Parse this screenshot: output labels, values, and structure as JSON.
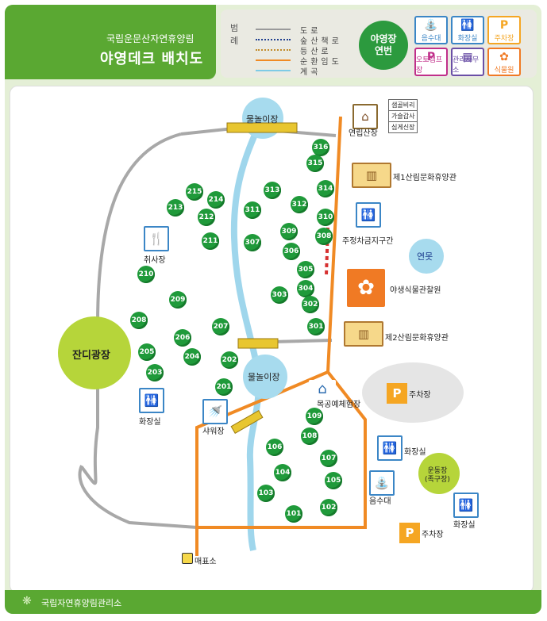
{
  "header": {
    "subtitle": "국립운문산자연휴양림",
    "title": "야영데크 배치도"
  },
  "legend": {
    "heading": "범례",
    "lines": [
      {
        "label": "도로",
        "color": "#9a9a9a",
        "style": "solid"
      },
      {
        "label": "숲산책로",
        "color": "#1f3f8f",
        "style": "dotted"
      },
      {
        "label": "등산로",
        "color": "#c08a2a",
        "style": "dotted"
      },
      {
        "label": "순환임도",
        "color": "#f08a24",
        "style": "solid"
      },
      {
        "label": "계곡",
        "color": "#7ecbe6",
        "style": "solid"
      }
    ],
    "badge": "야영장\n연번",
    "icons": [
      {
        "label": "음수대",
        "icon": "water-fountain-icon",
        "color": "#3b86c6"
      },
      {
        "label": "화장실",
        "icon": "restroom-icon",
        "color": "#3b86c6"
      },
      {
        "label": "주차장",
        "icon": "parking-icon",
        "color": "#f5a623"
      },
      {
        "label": "오토캠프장",
        "icon": "auto-camp-icon",
        "color": "#c02f8a"
      },
      {
        "label": "관리사무소",
        "icon": "office-icon",
        "color": "#6a4fa6"
      },
      {
        "label": "식물원",
        "icon": "botanical-garden-icon",
        "color": "#f07a24"
      }
    ]
  },
  "map": {
    "places": {
      "water_play_top": "물놀이장",
      "water_play_bottom": "물놀이장",
      "lawn_plaza": "잔디광장",
      "lodge": "연립산장",
      "lodge_tags": [
        "샘골비리",
        "가슬갑사",
        "심게신장"
      ],
      "culture1": "제1산림문화휴양관",
      "culture2": "제2산림문화휴양관",
      "parking_ban": "주정차금지구간",
      "pond": "연못",
      "wild_garden": "야생식물관찰원",
      "cooking": "취사장",
      "restroom_left": "화장실",
      "shower": "샤워장",
      "wood_exp": "목공예체험장",
      "parking_mid": "주차장",
      "restroom_mid": "화장실",
      "fountain": "음수대",
      "sports": "운동장\n(족구장)",
      "restroom_right": "화장실",
      "parking_bottom": "주차장",
      "ticket": "매표소"
    },
    "decks": [
      "316",
      "315",
      "313",
      "314",
      "312",
      "311",
      "310",
      "309",
      "308",
      "307",
      "306",
      "305",
      "304",
      "303",
      "302",
      "301",
      "215",
      "214",
      "213",
      "212",
      "211",
      "210",
      "209",
      "208",
      "207",
      "206",
      "205",
      "204",
      "203",
      "202",
      "201",
      "109",
      "108",
      "107",
      "106",
      "105",
      "104",
      "103",
      "102",
      "101"
    ]
  },
  "footer": {
    "org": "국립자연휴양림관리소"
  }
}
